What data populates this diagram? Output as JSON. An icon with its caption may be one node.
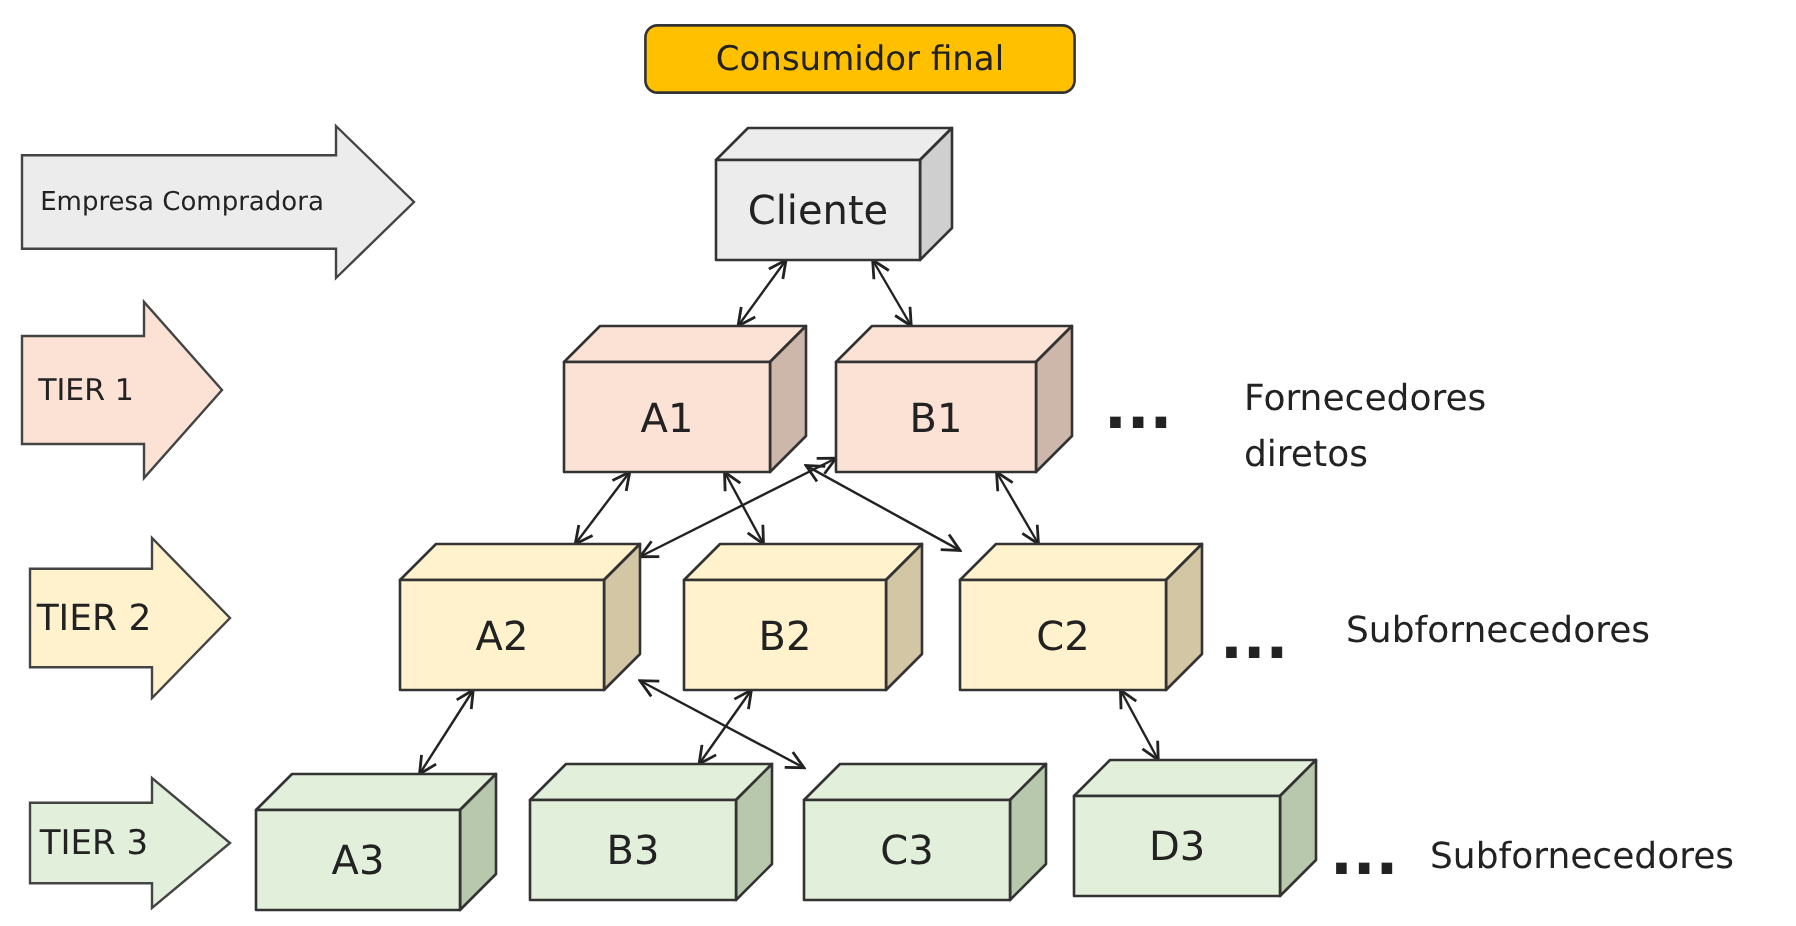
{
  "diagram": {
    "nodes": [
      {
        "text": [
          "Consumidor final"
        ]
      },
      {
        "text": [
          "Empresa Compradora"
        ]
      },
      {
        "text": [
          "Cliente"
        ]
      },
      {
        "text": [
          "TIER 1"
        ]
      },
      {
        "text": [
          "A1"
        ]
      },
      {
        "text": [
          "B1"
        ]
      },
      {
        "text": [
          "TIER 2"
        ]
      },
      {
        "text": [
          "A2"
        ]
      },
      {
        "text": [
          "B2"
        ]
      },
      {
        "text": [
          "C2"
        ]
      },
      {
        "text": [
          "TIER 3"
        ]
      },
      {
        "text": [
          "A3"
        ]
      },
      {
        "text": [
          "B3"
        ]
      },
      {
        "text": [
          "C3"
        ]
      },
      {
        "text": [
          "D3"
        ]
      }
    ],
    "edges": [
      {
        "from": 2,
        "to": 4,
        "arrow": "both"
      },
      {
        "from": 2,
        "to": 5,
        "arrow": "both"
      },
      {
        "from": 4,
        "to": 7,
        "arrow": "both"
      },
      {
        "from": 4,
        "to": 8,
        "arrow": "both"
      },
      {
        "from": 5,
        "to": 7,
        "arrow": "both"
      },
      {
        "from": 5,
        "to": 9,
        "arrow": "both"
      },
      {
        "from": 4,
        "to": 9,
        "arrow": "both"
      },
      {
        "from": 7,
        "to": 11,
        "arrow": "both"
      },
      {
        "from": 7,
        "to": 13,
        "arrow": "both"
      },
      {
        "from": 8,
        "to": 12,
        "arrow": "both"
      },
      {
        "from": 9,
        "to": 14,
        "arrow": "both"
      }
    ],
    "labels": [
      "...",
      "Fornecedores diretos",
      "...",
      "Subfornecedores",
      "...",
      "Subfornecedores"
    ]
  }
}
